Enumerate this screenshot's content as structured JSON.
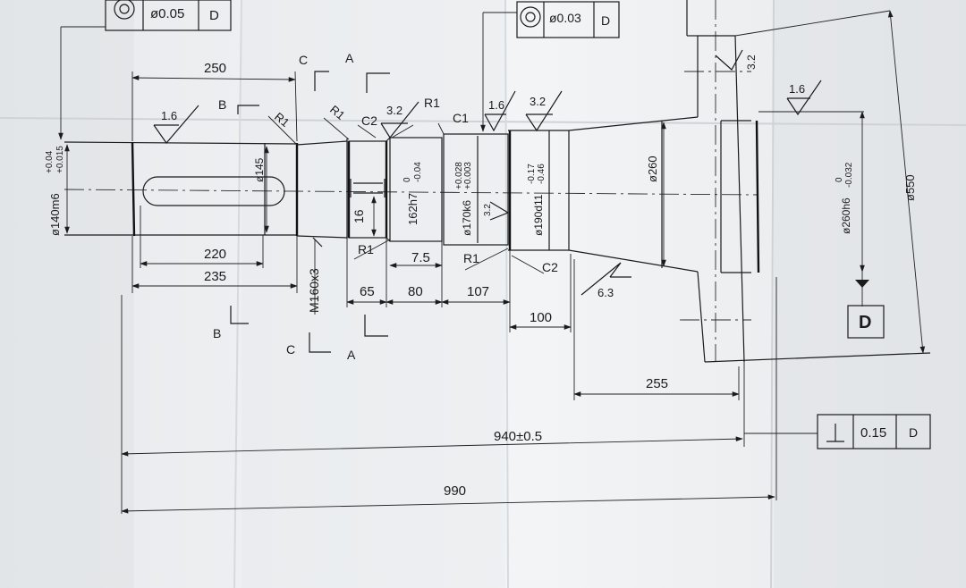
{
  "feature_frames": {
    "top_left": {
      "symbol": "⌾",
      "tolerance": "ø0.05",
      "datum": "D"
    },
    "top_middle": {
      "symbol": "⌾",
      "tolerance": "ø0.03",
      "datum": "D"
    },
    "right_perpendicularity": {
      "symbol": "⊥",
      "tolerance": "0.15",
      "datum": "D"
    }
  },
  "datum_label": "D",
  "section_letters": {
    "a": "A",
    "b": "B",
    "c": "C"
  },
  "dimensions": {
    "d250": "250",
    "d220": "220",
    "d235": "235",
    "d65": "65",
    "d80": "80",
    "d107": "107",
    "d7_5": "7.5",
    "d100": "100",
    "d255": "255",
    "d940": "940±0.5",
    "d990": "990",
    "d16": "16",
    "d145": "ø145",
    "d260": "ø260",
    "d550": "ø550",
    "m160": "M160x3"
  },
  "diameters": {
    "d140": {
      "base": "ø140m6",
      "upper": "+0.04",
      "lower": "+0.015"
    },
    "d162": {
      "base": "162h7",
      "upper": "0",
      "lower": "-0.04"
    },
    "d170": {
      "base": "ø170k6",
      "upper": "+0.028",
      "lower": "+0.003"
    },
    "d190": {
      "base": "ø190d11",
      "upper": "-0.17",
      "lower": "-0.46"
    },
    "d260h6": {
      "base": "ø260h6",
      "upper": "0",
      "lower": "-0.032"
    }
  },
  "radii": {
    "r1": "R1"
  },
  "chamfers": {
    "c1": "C1",
    "c2": "C2"
  },
  "roughness": {
    "r16": "1.6",
    "r32": "3.2",
    "r63": "6.3"
  }
}
